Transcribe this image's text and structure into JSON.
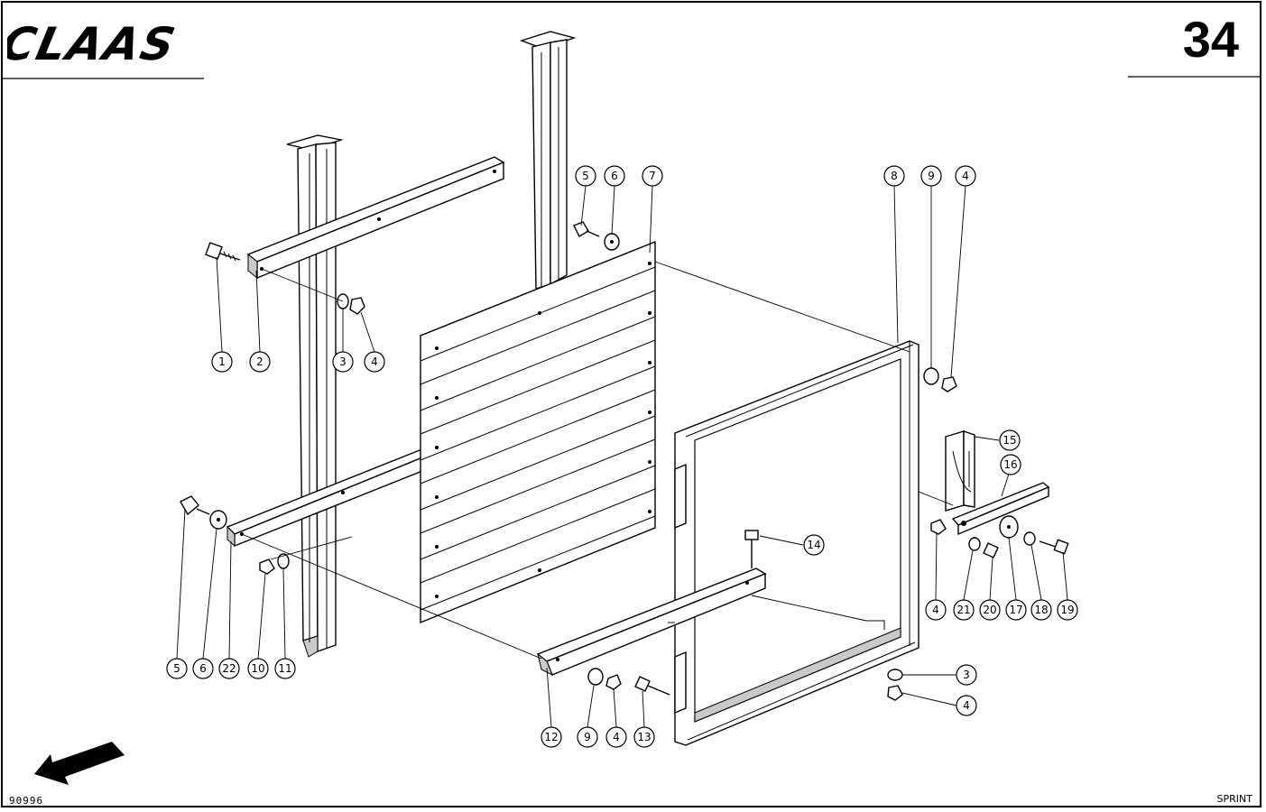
{
  "header": {
    "brand": "CLAAS",
    "page_number": "34"
  },
  "footer": {
    "doc_code": "90996",
    "series": "SPRINT"
  },
  "callouts": [
    "1",
    "2",
    "3",
    "4",
    "5",
    "6",
    "7",
    "8",
    "9",
    "4",
    "5",
    "6",
    "22",
    "10",
    "11",
    "12",
    "9",
    "4",
    "13",
    "14",
    "15",
    "16",
    "4",
    "21",
    "20",
    "17",
    "18",
    "19",
    "3",
    "4"
  ]
}
